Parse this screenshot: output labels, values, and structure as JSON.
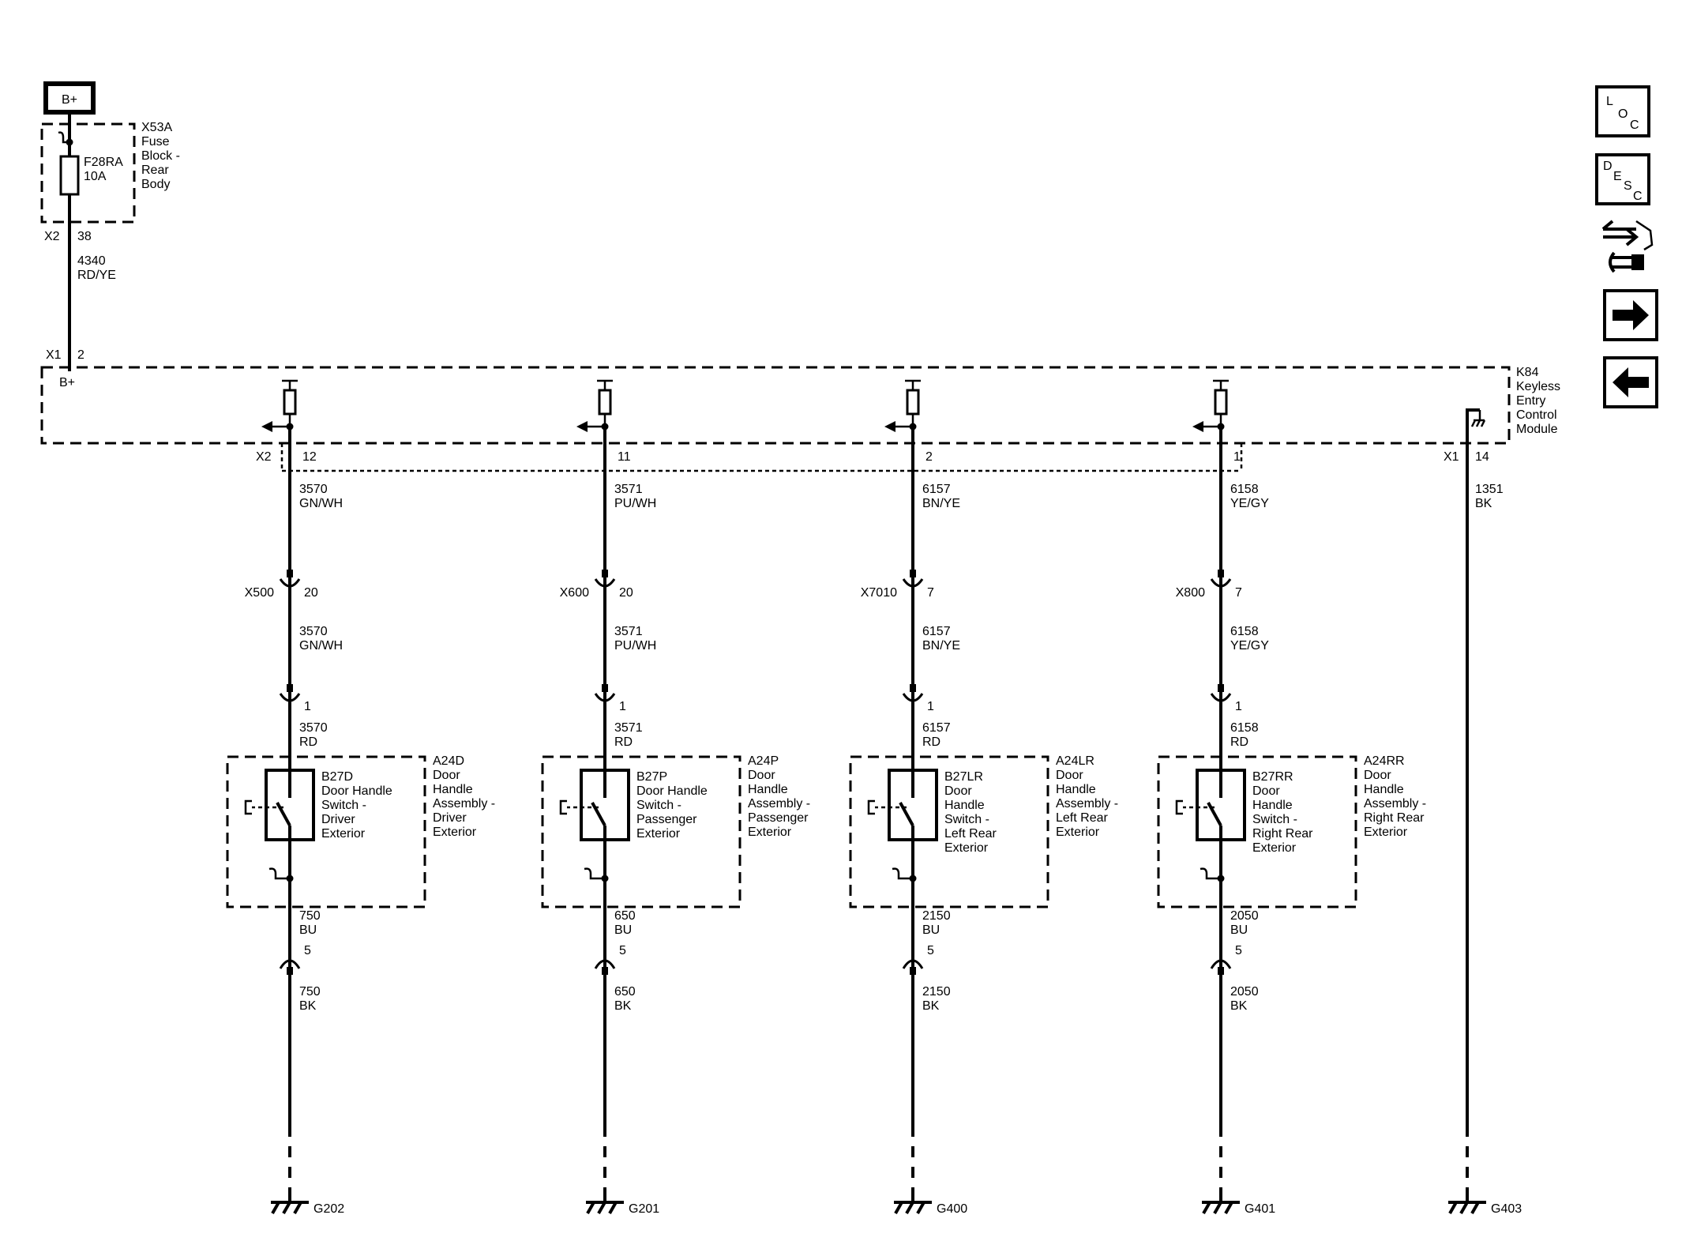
{
  "colors": {
    "line": "#000000",
    "background": "#ffffff"
  },
  "power": {
    "label": "B+"
  },
  "fuse_block": {
    "name": "X53A",
    "desc": [
      "Fuse",
      "Block -",
      "Rear",
      "Body"
    ],
    "fuse": [
      "F28RA",
      "10A"
    ],
    "connector": "X2",
    "pin": "38",
    "wire": [
      "4340",
      "RD/YE"
    ]
  },
  "module": {
    "name": "K84",
    "desc": [
      "Keyless",
      "Entry",
      "Control",
      "Module"
    ],
    "power_connector": "X1",
    "power_pin": "2",
    "power_label": "B+",
    "x2_connector": "X2",
    "ground_connector": "X1",
    "ground_pin": "14",
    "ground_wire": [
      "1351",
      "BK"
    ],
    "ground_name": "G403"
  },
  "sidebar": {
    "loc": [
      "L",
      "O",
      "C"
    ],
    "desc": [
      "D",
      "E",
      "S",
      "C"
    ],
    "icons": [
      "connector-tool-icon",
      "arrow-right-icon",
      "arrow-left-icon"
    ]
  },
  "channels": [
    {
      "pin": "12",
      "wire1": [
        "3570",
        "GN/WH"
      ],
      "connector": "X500",
      "cpin": "20",
      "wire2": [
        "3570",
        "GN/WH"
      ],
      "spin": "1",
      "wire3": [
        "3570",
        "RD"
      ],
      "assembly": "A24D",
      "assembly_desc": [
        "Door",
        "Handle",
        "Assembly -",
        "Driver",
        "Exterior"
      ],
      "switch": "B27D",
      "switch_desc": [
        "Door Handle",
        "Switch -",
        "Driver",
        "Exterior"
      ],
      "wire4": [
        "750",
        "BU"
      ],
      "gpin": "5",
      "wire5": [
        "750",
        "BK"
      ],
      "ground": "G202"
    },
    {
      "pin": "11",
      "wire1": [
        "3571",
        "PU/WH"
      ],
      "connector": "X600",
      "cpin": "20",
      "wire2": [
        "3571",
        "PU/WH"
      ],
      "spin": "1",
      "wire3": [
        "3571",
        "RD"
      ],
      "assembly": "A24P",
      "assembly_desc": [
        "Door",
        "Handle",
        "Assembly -",
        "Passenger",
        "Exterior"
      ],
      "switch": "B27P",
      "switch_desc": [
        "Door Handle",
        "Switch -",
        "Passenger",
        "Exterior"
      ],
      "wire4": [
        "650",
        "BU"
      ],
      "gpin": "5",
      "wire5": [
        "650",
        "BK"
      ],
      "ground": "G201"
    },
    {
      "pin": "2",
      "wire1": [
        "6157",
        "BN/YE"
      ],
      "connector": "X7010",
      "cpin": "7",
      "wire2": [
        "6157",
        "BN/YE"
      ],
      "spin": "1",
      "wire3": [
        "6157",
        "RD"
      ],
      "assembly": "A24LR",
      "assembly_desc": [
        "Door",
        "Handle",
        "Assembly -",
        "Left Rear",
        "Exterior"
      ],
      "switch": "B27LR",
      "switch_desc": [
        "Door",
        "Handle",
        "Switch -",
        "Left Rear",
        "Exterior"
      ],
      "wire4": [
        "2150",
        "BU"
      ],
      "gpin": "5",
      "wire5": [
        "2150",
        "BK"
      ],
      "ground": "G400"
    },
    {
      "pin": "1",
      "wire1": [
        "6158",
        "YE/GY"
      ],
      "connector": "X800",
      "cpin": "7",
      "wire2": [
        "6158",
        "YE/GY"
      ],
      "spin": "1",
      "wire3": [
        "6158",
        "RD"
      ],
      "assembly": "A24RR",
      "assembly_desc": [
        "Door",
        "Handle",
        "Assembly -",
        "Right Rear",
        "Exterior"
      ],
      "switch": "B27RR",
      "switch_desc": [
        "Door",
        "Handle",
        "Switch -",
        "Right Rear",
        "Exterior"
      ],
      "wire4": [
        "2050",
        "BU"
      ],
      "gpin": "5",
      "wire5": [
        "2050",
        "BK"
      ],
      "ground": "G401"
    }
  ]
}
